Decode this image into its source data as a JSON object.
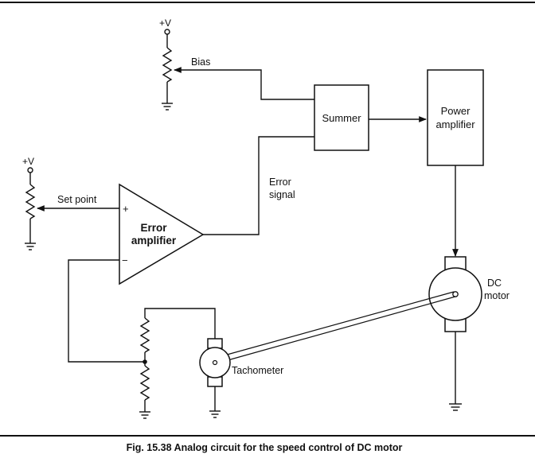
{
  "labels": {
    "supply_top": "+V",
    "supply_left": "+V",
    "bias": "Bias",
    "set_point": "Set point",
    "plus_sign": "+",
    "minus_sign": "−",
    "error_signal_line1": "Error",
    "error_signal_line2": "signal",
    "tachometer": "Tachometer",
    "dc_motor_line1": "DC",
    "dc_motor_line2": "motor"
  },
  "blocks": {
    "summer": "Summer",
    "power_amp_line1": "Power",
    "power_amp_line2": "amplifier",
    "error_amp_line1": "Error",
    "error_amp_line2": "amplifier"
  },
  "caption": "Fig. 15.38 Analog circuit for the speed control of DC motor",
  "colors": {
    "line": "#111111",
    "background": "#ffffff"
  }
}
